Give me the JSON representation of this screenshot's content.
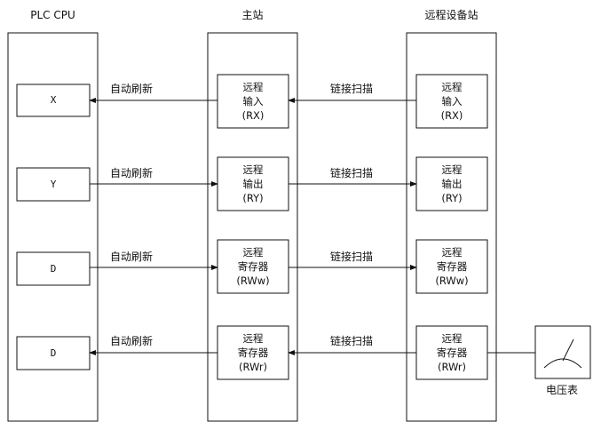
{
  "columns": {
    "plc": "PLC CPU",
    "master": "主站",
    "remote": "远程设备站"
  },
  "plc_boxes": [
    "X",
    "Y",
    "D",
    "D"
  ],
  "refresh_labels": [
    "自动刷新",
    "自动刷新",
    "自动刷新",
    "自动刷新"
  ],
  "scan_labels": [
    "链接扫描",
    "链接扫描",
    "链接扫描",
    "链接扫描"
  ],
  "master_boxes": [
    {
      "line1": "远程",
      "line2": "输入",
      "line3": "(RX)"
    },
    {
      "line1": "远程",
      "line2": "输出",
      "line3": "(RY)"
    },
    {
      "line1": "远程",
      "line2": "寄存器",
      "line3": "(RWw)"
    },
    {
      "line1": "远程",
      "line2": "寄存器",
      "line3": "(RWr)"
    }
  ],
  "remote_boxes": [
    {
      "line1": "远程",
      "line2": "输入",
      "line3": "(RX)"
    },
    {
      "line1": "远程",
      "line2": "输出",
      "line3": "(RY)"
    },
    {
      "line1": "远程",
      "line2": "寄存器",
      "line3": "(RWw)"
    },
    {
      "line1": "远程",
      "line2": "寄存器",
      "line3": "(RWr)"
    }
  ],
  "meter": {
    "label": "电压表",
    "icon": "voltmeter-icon"
  }
}
